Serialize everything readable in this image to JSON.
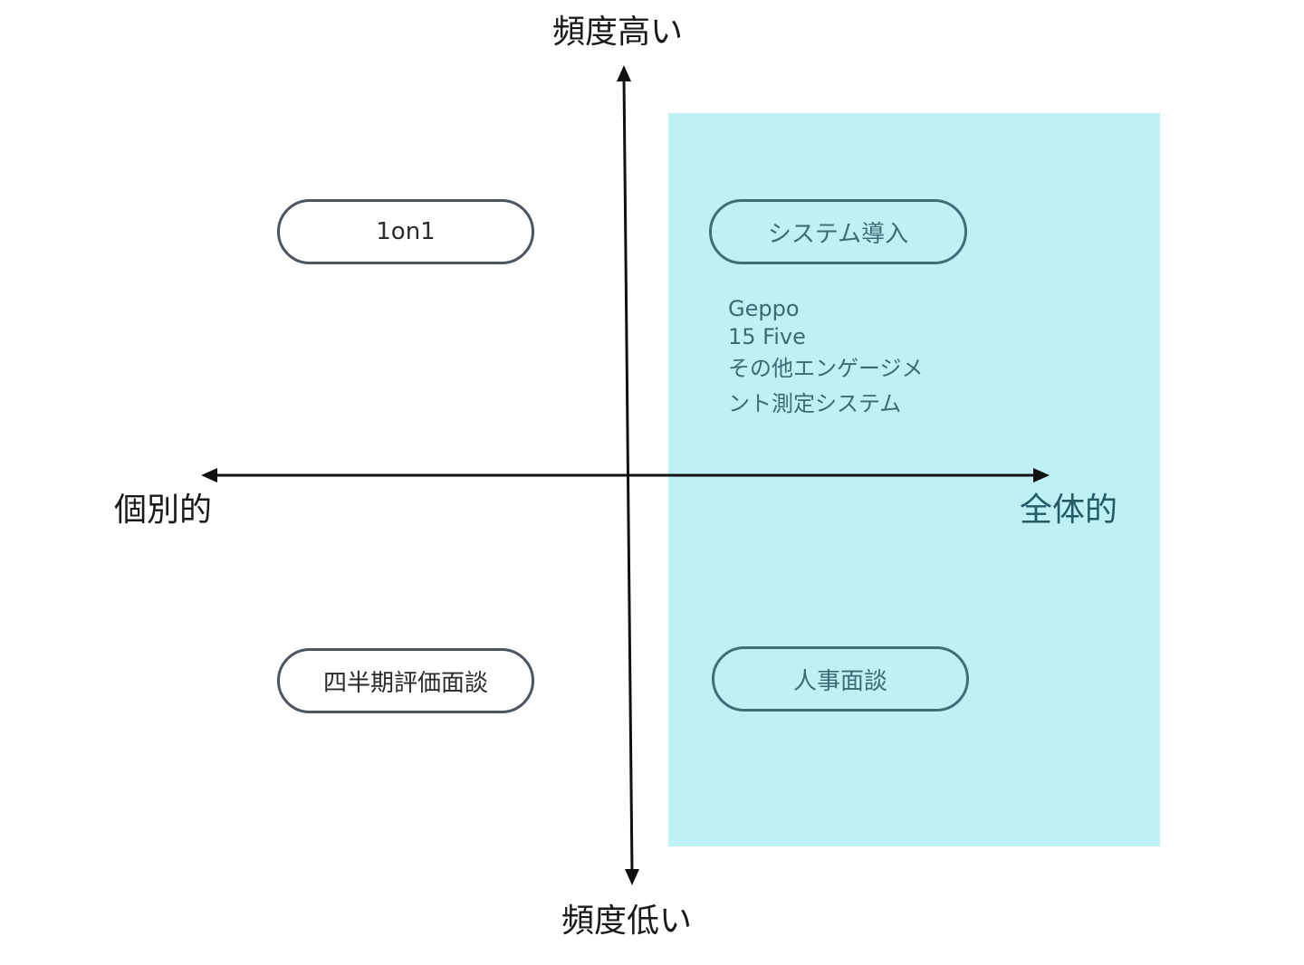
{
  "axes": {
    "top_label": "頻度高い",
    "bottom_label": "頻度低い",
    "left_label": "個別的",
    "right_label": "全体的"
  },
  "highlight_region": {
    "quadrants": [
      "top-right",
      "bottom-right"
    ],
    "color": "#bff0f3"
  },
  "items": {
    "top_left": "1on1",
    "top_right": "システム導入",
    "bottom_left": "四半期評価面談",
    "bottom_right": "人事面談"
  },
  "top_right_note": [
    "Geppo",
    "15 Five",
    "その他エンゲージメ",
    "ント測定システム"
  ],
  "colors": {
    "axis": "#111111",
    "pill_border": "#4a5560",
    "pill_border_teal": "#3f6e78",
    "teal_text": "#3d6a74"
  }
}
